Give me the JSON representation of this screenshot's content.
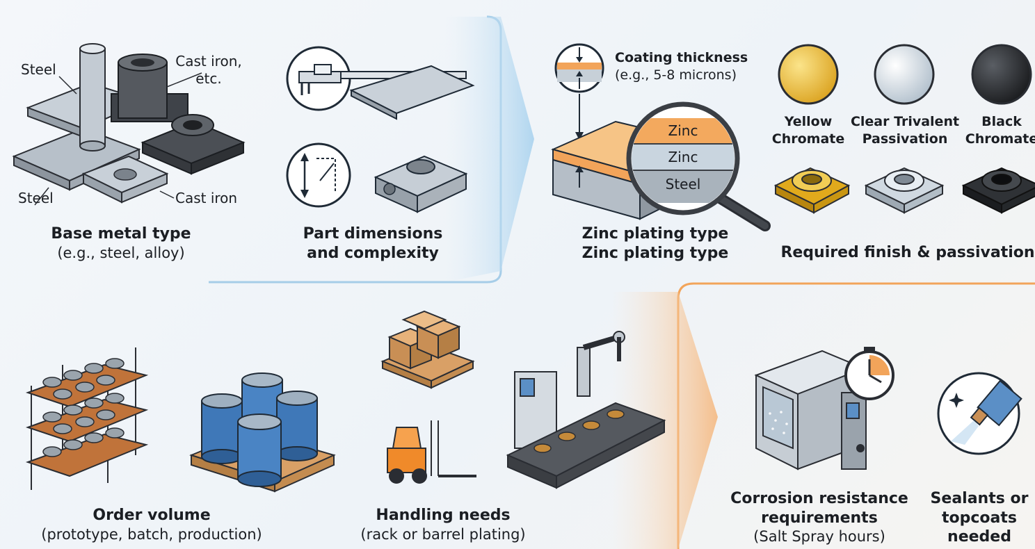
{
  "colors": {
    "blue_accent": "#9cc8e6",
    "orange_accent": "#f2a45a",
    "yellow_chromate": "#e9b82a",
    "clear_trivalent": "#c9d6e0",
    "black_chromate": "#2b2d31"
  },
  "base_metal": {
    "title": "Base metal type",
    "subtitle": "(e.g., steel, alloy)",
    "tags": {
      "steel_top": "Steel",
      "cast_iron_top": "Cast iron,",
      "cast_iron_etc": "etc.",
      "steel_bottom": "Steel",
      "cast_iron_bottom": "Cast iron"
    }
  },
  "dimensions": {
    "title_line1": "Part dimensions",
    "title_line2": "and complexity"
  },
  "zinc_type": {
    "coating_line1": "Coating thickness",
    "coating_line2": "(e.g., 5-8 microns)",
    "layer1": "Zinc",
    "layer2": "Zinc",
    "layer3": "Steel",
    "title_line1": "Zinc plating type",
    "title_line2": "Zinc plating type"
  },
  "finish": {
    "yellow_line1": "Yellow",
    "yellow_line2": "Chromate",
    "clear_line1": "Clear Trivalent",
    "clear_line2": "Passivation",
    "black_line1": "Black",
    "black_line2": "Chromate",
    "title": "Required finish & passivation"
  },
  "order_volume": {
    "title": "Order volume",
    "subtitle": "(prototype, batch, production)"
  },
  "handling": {
    "title": "Handling needs",
    "subtitle": "(rack or barrel plating)"
  },
  "corrosion": {
    "title_line1": "Corrosion resistance",
    "title_line2": "requirements",
    "subtitle": "(Salt Spray hours)"
  },
  "sealants": {
    "line1": "Sealants or",
    "line2": "topcoats",
    "line3": "needed"
  }
}
